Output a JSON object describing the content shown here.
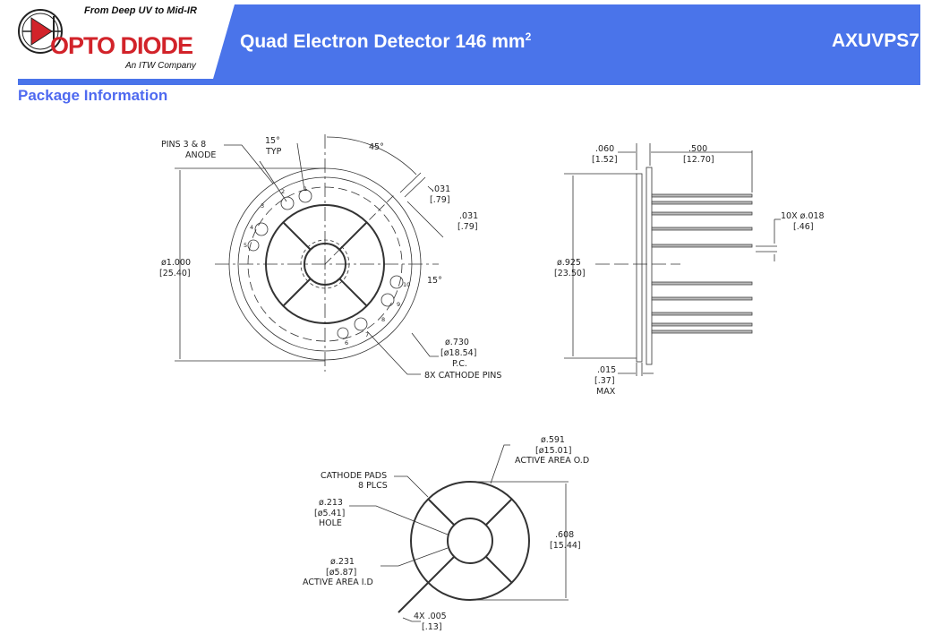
{
  "header": {
    "tagline": "From Deep UV to Mid-IR",
    "brand": "OPTO DIODE",
    "company": "An ITW Company",
    "title": "Quad Electron Detector 146 mm",
    "title_sup": "2",
    "part_number": "AXUVPS7",
    "accent_color": "#4a74ea",
    "brand_color": "#d2232a"
  },
  "section_title": "Package Information",
  "top_view": {
    "pins_label": [
      "PINS 3 & 8",
      "ANODE"
    ],
    "angle_15_typ": [
      "15°",
      "TYP"
    ],
    "angle_45": "45°",
    "dim_031_a": [
      ".031",
      "[.79]"
    ],
    "dim_031_b": [
      ".031",
      "[.79]"
    ],
    "angle_15": "15°",
    "diameter": [
      "ø1.000",
      "[25.40]"
    ],
    "pitch_circle": [
      "ø.730",
      "[ø18.54]",
      "P.C."
    ],
    "cathode_pins": "8X CATHODE PINS",
    "pin_numbers": [
      "1",
      "2",
      "3",
      "4",
      "5",
      "6",
      "7",
      "8",
      "9",
      "10"
    ]
  },
  "side_view": {
    "dim_060": [
      ".060",
      "[1.52]"
    ],
    "dim_500": [
      ".500",
      "[12.70]"
    ],
    "diameter": [
      "ø.925",
      "[23.50]"
    ],
    "pin_dia": [
      "10X  ø.018",
      "[.46]"
    ],
    "dim_015": [
      ".015",
      "[.37]",
      "MAX"
    ]
  },
  "bottom_view": {
    "active_od": [
      "ø.591",
      "[ø15.01]",
      "ACTIVE  AREA  O.D"
    ],
    "cathode_pads": [
      "CATHODE  PADS",
      "8  PLCS"
    ],
    "hole": [
      "ø.213",
      "[ø5.41]",
      "HOLE"
    ],
    "active_id": [
      "ø.231",
      "[ø5.87]",
      "ACTIVE  AREA  I.D"
    ],
    "height": [
      ".608",
      "[15.44]"
    ],
    "gap": [
      "4X  .005",
      "[.13]"
    ]
  }
}
